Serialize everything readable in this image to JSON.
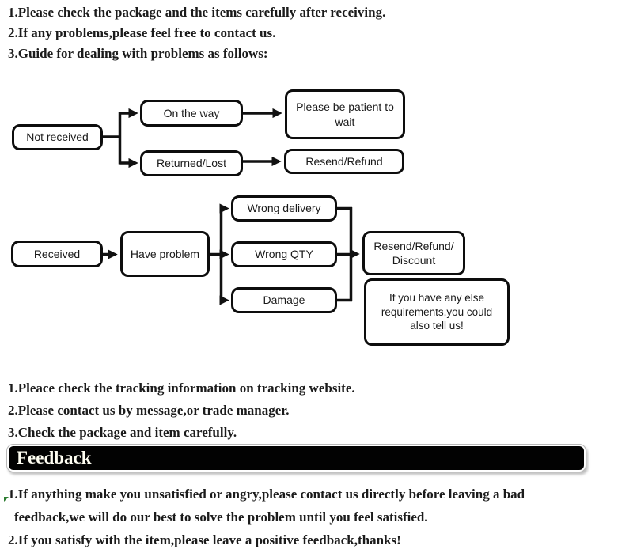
{
  "intro": {
    "lines": [
      "1.Please check the package and the items carefully after receiving.",
      "2.If any problems,please feel free to contact us.",
      "3.Guide for dealing with problems as follows:"
    ]
  },
  "flowchart": {
    "boxes": {
      "not_received": "Not received",
      "on_the_way": "On the way",
      "returned_lost": "Returned/Lost",
      "please_be_patient": "Please be patient to\nwait",
      "resend_refund": "Resend/Refund",
      "received": "Received",
      "have_problem": "Have problem",
      "wrong_delivery": "Wrong delivery",
      "wrong_qty": "Wrong QTY",
      "damage": "Damage",
      "resend_refund_discount": "Resend/Refund/\nDiscount",
      "any_else": "If you have any else\nrequirements,you could\nalso tell us!"
    }
  },
  "steps": {
    "lines": [
      "1.Pleace check the tracking information on tracking website.",
      "2.Please contact us by message,or trade manager.",
      "3.Check the package and item carefully."
    ]
  },
  "feedback": {
    "title": "Feedback",
    "lines": [
      "1.If anything make you unsatisfied or angry,please contact us directly before leaving a bad",
      "feedback,we will do our best to solve the problem until you feel satisfied.",
      "2.If you satisfy with the item,please leave a positive feedback,thanks!"
    ]
  }
}
